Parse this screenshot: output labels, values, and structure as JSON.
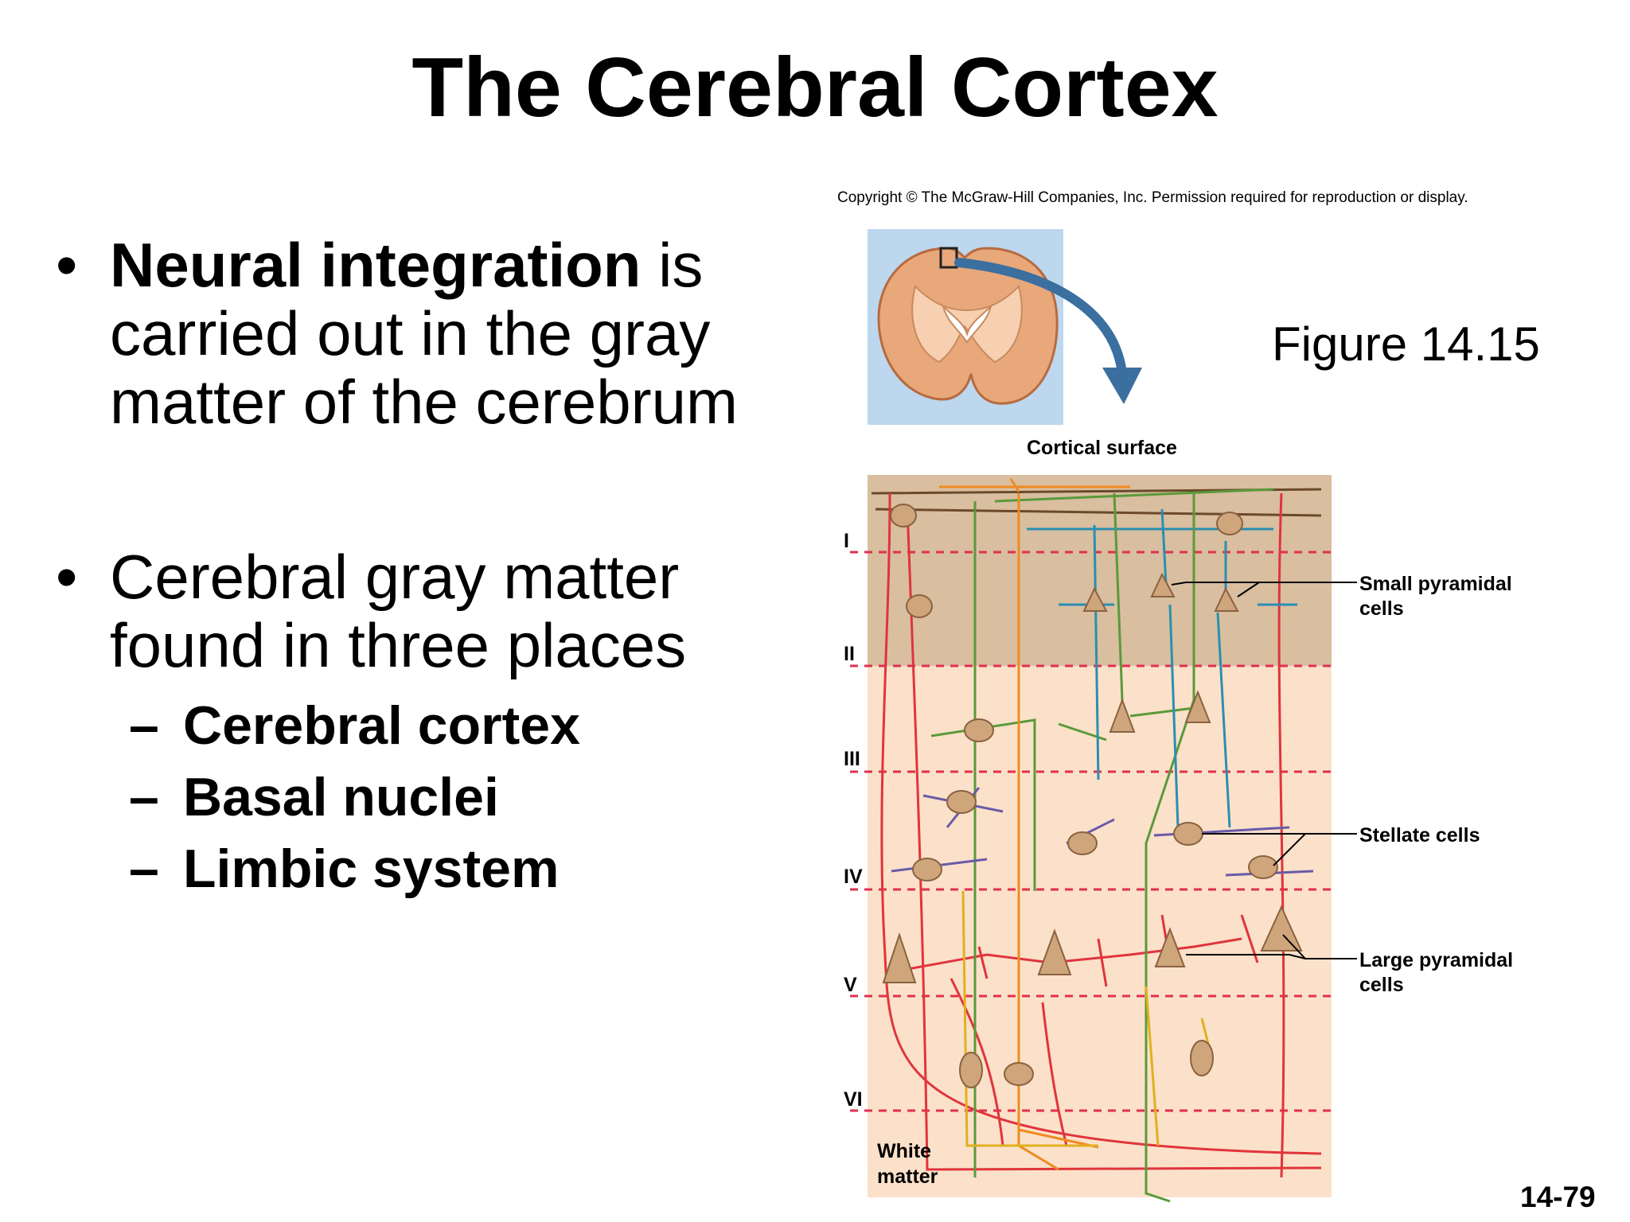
{
  "slide": {
    "title": "The Cerebral Cortex",
    "bullet1": {
      "bold": "Neural integration",
      "rest_line1": " is",
      "line2": "carried out in the gray",
      "line3": "matter of the cerebrum"
    },
    "bullet2": {
      "line1": "Cerebral gray matter",
      "line2": "found in three places"
    },
    "subitems": [
      "Cerebral cortex",
      "Basal nuclei",
      "Limbic system"
    ],
    "bullet_char": "•",
    "dash_char": "–",
    "page_number": "14-79"
  },
  "figure": {
    "copyright": "Copyright © The McGraw-Hill Companies, Inc. Permission required for reproduction or display.",
    "label": "Figure 14.15",
    "cortical_surface": "Cortical surface",
    "layers": [
      "I",
      "II",
      "III",
      "IV",
      "V",
      "VI"
    ],
    "white_matter_line1": "White",
    "white_matter_line2": "matter",
    "callouts": {
      "small_pyramidal_1": "Small pyramidal",
      "small_pyramidal_2": "cells",
      "stellate": "Stellate cells",
      "large_pyramidal_1": "Large pyramidal",
      "large_pyramidal_2": "cells"
    },
    "colors": {
      "layer_band_upper": "#d9bea0",
      "layer_band_lower": "#fbe1c9",
      "divider": "#e03050",
      "axon_red": "#e0343c",
      "dendrite_green": "#5a9a3a",
      "dendrite_blue": "#2a8fb0",
      "stellate_purple": "#6a5aa8",
      "axon_orange": "#f08a20",
      "axon_yellow": "#e0b020",
      "axon_brown": "#6b4a2a",
      "soma": "#cfa57c",
      "brain_tissue": "#e8a87a",
      "inset_bg": "#bcd7ee",
      "arrow": "#3a6fa0"
    }
  }
}
